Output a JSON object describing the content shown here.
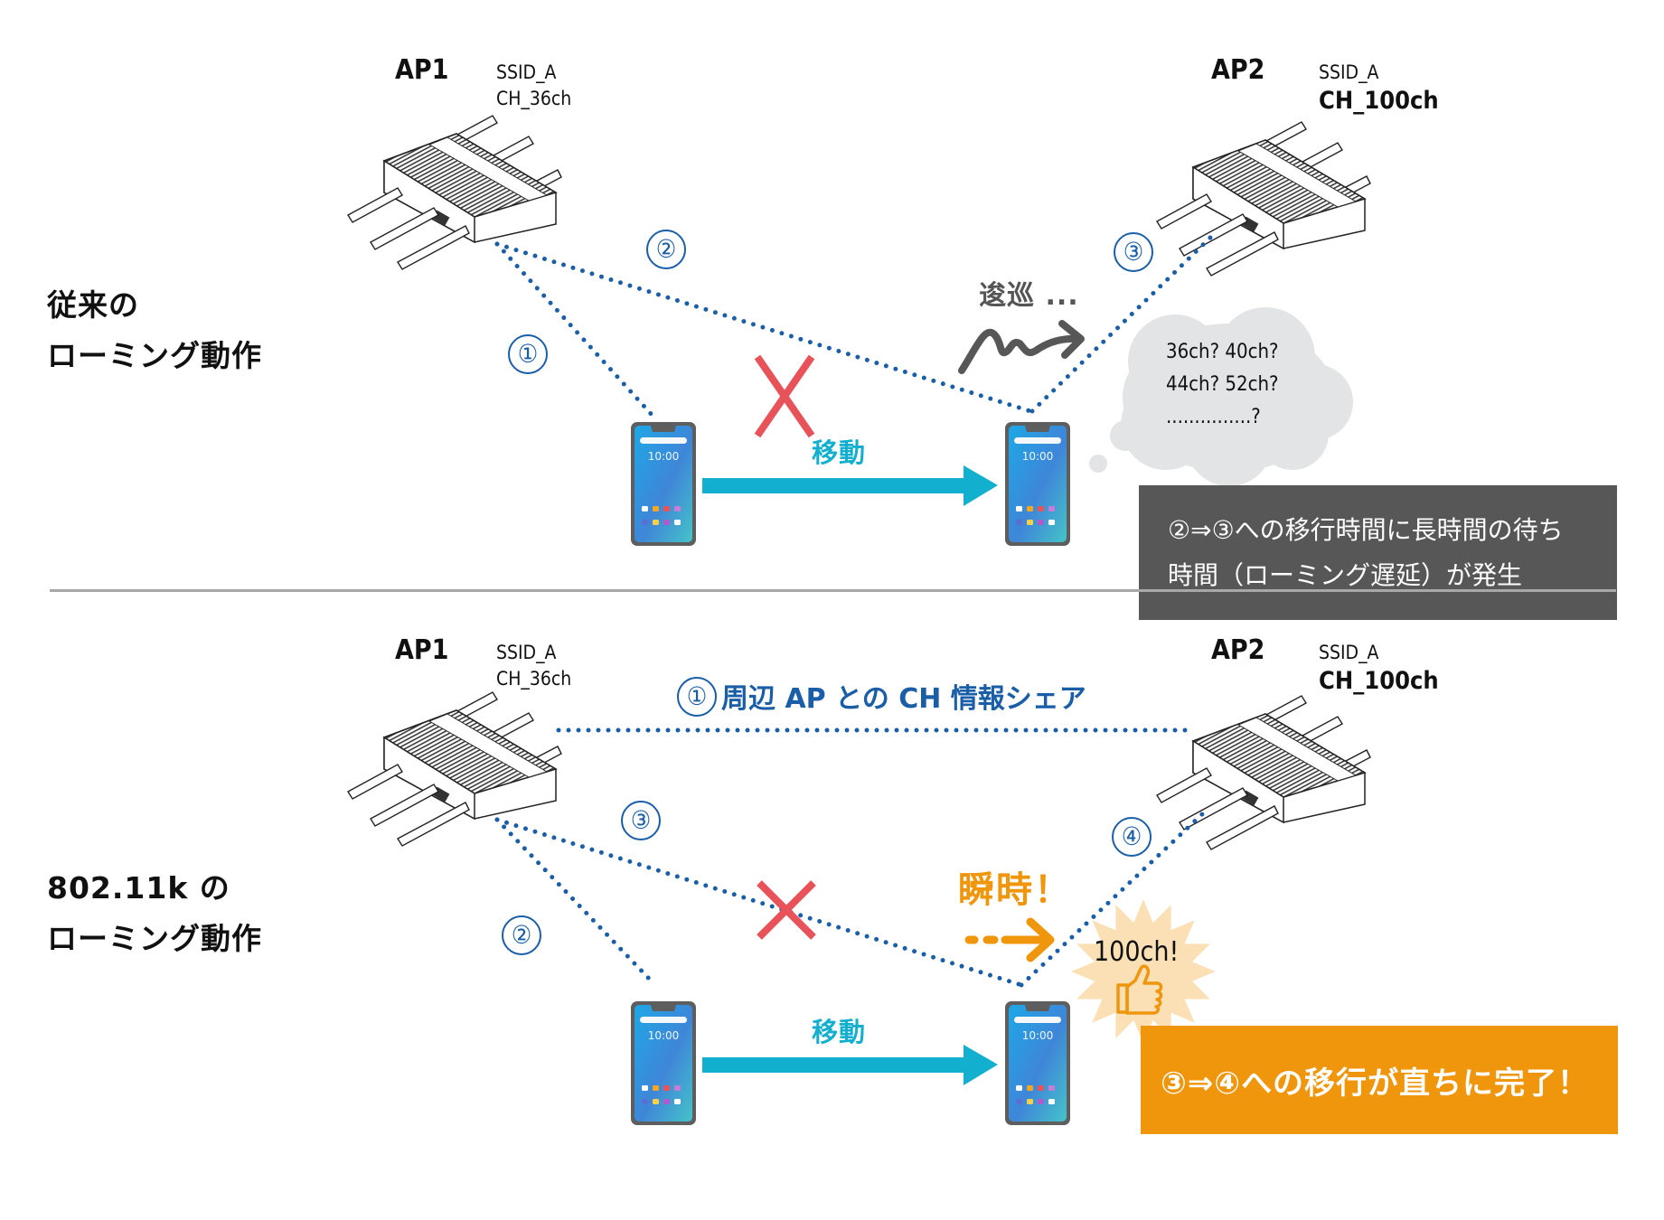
{
  "sections": [
    {
      "title_lines": [
        "従来の",
        "ローミング動作"
      ],
      "ap1": {
        "name": "AP1",
        "ssid": "SSID_A",
        "channel": "CH_36ch"
      },
      "ap2": {
        "name": "AP2",
        "ssid": "SSID_A",
        "channel": "CH_100ch"
      },
      "steps": [
        "①",
        "②",
        "③"
      ],
      "move_label": "移動",
      "hesitate_label": "逡巡 ...",
      "thought_lines": [
        "36ch? 40ch?",
        "44ch? 52ch?",
        "...............?"
      ],
      "message_lines": [
        "②⇒③への移行時間に長時間の待ち",
        "時間（ローミング遅延）が発生"
      ],
      "message_color": "#575757"
    },
    {
      "title_lines": [
        "802.11k の",
        "ローミング動作"
      ],
      "ap1": {
        "name": "AP1",
        "ssid": "SSID_A",
        "channel": "CH_36ch"
      },
      "ap2": {
        "name": "AP2",
        "ssid": "SSID_A",
        "channel": "CH_100ch"
      },
      "share_step": "①",
      "share_label": "周辺 AP との CH 情報シェア",
      "steps": [
        "②",
        "③",
        "④"
      ],
      "move_label": "移動",
      "instant_label": "瞬時！",
      "burst_label": "100ch!",
      "message_lines": [
        "③⇒④への移行が直ちに完了！"
      ],
      "message_color": "#f0960c"
    }
  ],
  "phone": {
    "time": "10:00"
  },
  "colors": {
    "link_blue": "#1a5ea8",
    "move_cyan": "#13afcf",
    "fail_red": "#e8535a",
    "accent_orange": "#f0960c",
    "cloud_gray": "#e3e4e5",
    "burst_peach": "#fbe0b6"
  },
  "icons": {
    "fail": "x-mark-icon",
    "thumb": "thumbs-up-icon",
    "device": "access-point-icon",
    "phone": "smartphone-icon"
  }
}
